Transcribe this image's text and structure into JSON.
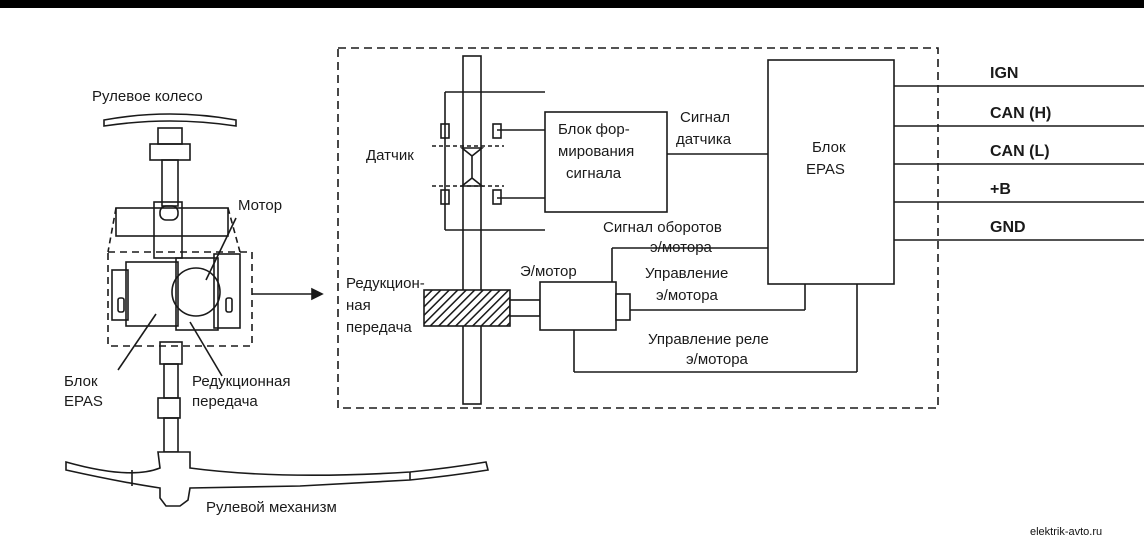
{
  "colors": {
    "ink": "#1a1a1a",
    "top_bar": "#000000",
    "background": "#ffffff"
  },
  "left": {
    "steering_wheel": "Рулевое колесо",
    "motor": "Мотор",
    "epas_line1": "Блок",
    "epas_line2": "EPAS",
    "reduction_line1": "Редукционная",
    "reduction_line2": "передача",
    "steering_gear": "Рулевой механизм"
  },
  "detail": {
    "sensor": "Датчик",
    "signal_block": [
      "Блок фор-",
      "мирования",
      "сигнала"
    ],
    "sensor_signal": [
      "Сигнал",
      "датчика"
    ],
    "epas_block": [
      "Блок",
      "EPAS"
    ],
    "motor_speed_signal": [
      "Сигнал оборотов",
      "э/мотора"
    ],
    "emotor": "Э/мотор",
    "reduction": [
      "Редукцион-",
      "ная",
      "передача"
    ],
    "motor_control": [
      "Управление",
      "э/мотора"
    ],
    "relay_control": [
      "Управление реле",
      "э/мотора"
    ]
  },
  "terminals": [
    "IGN",
    "CAN (H)",
    "CAN (L)",
    "+B",
    "GND"
  ],
  "watermark": "elektrik-avto.ru"
}
